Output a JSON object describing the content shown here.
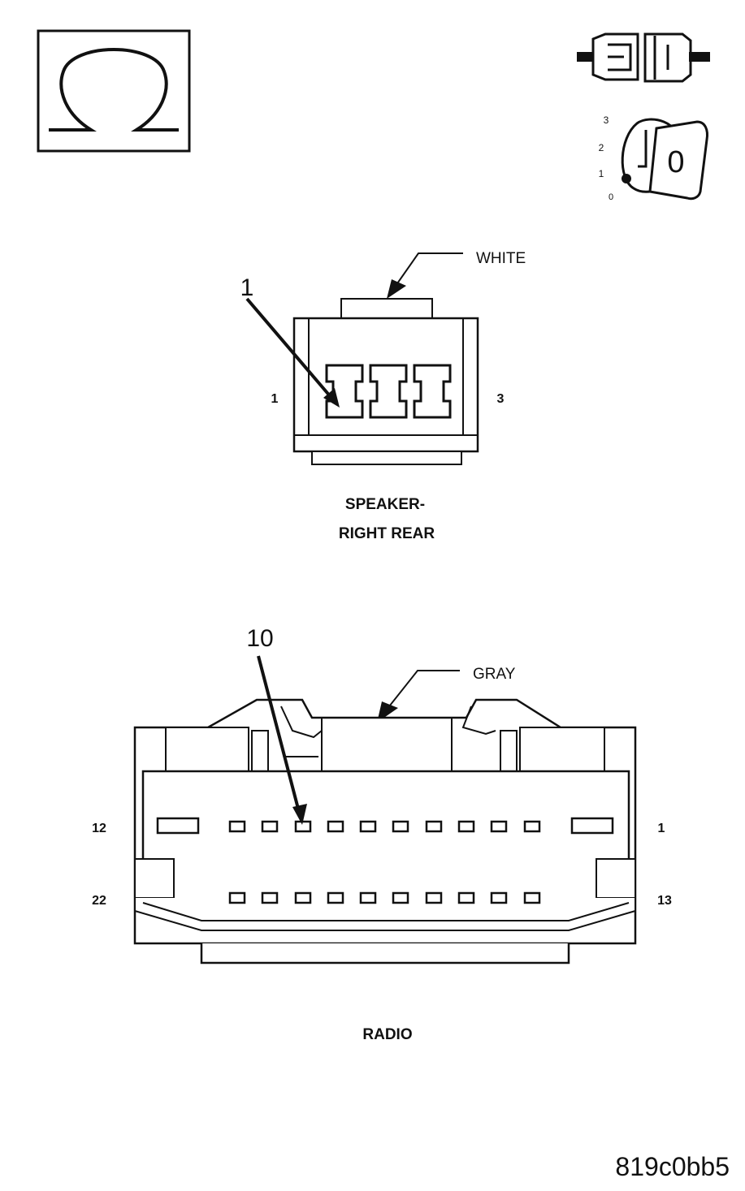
{
  "ohm_symbol": "Ω",
  "ignition": {
    "positions": [
      "3",
      "2",
      "1",
      "0"
    ],
    "key_label": "0"
  },
  "speaker_connector": {
    "callout_color": "WHITE",
    "callout_number": "1",
    "pin_left": "1",
    "pin_right": "3",
    "caption_line1": "SPEAKER-",
    "caption_line2": "RIGHT REAR"
  },
  "radio_connector": {
    "callout_color": "GRAY",
    "callout_number": "10",
    "pin_top_left": "12",
    "pin_top_right": "1",
    "pin_bottom_left": "22",
    "pin_bottom_right": "13",
    "caption": "RADIO"
  },
  "figure_id": "819c0bb5"
}
